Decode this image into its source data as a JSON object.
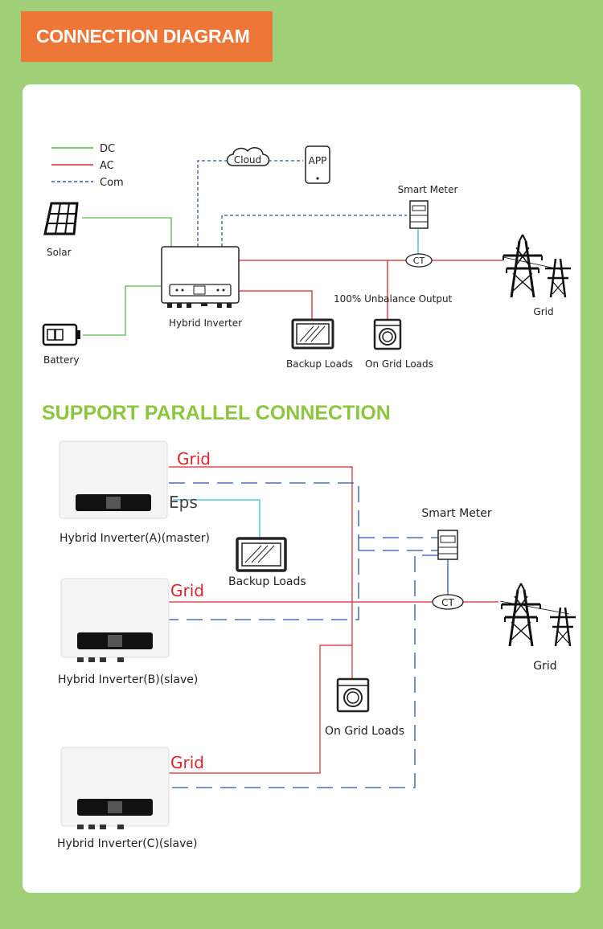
{
  "header": {
    "title": "CONNECTION DIAGRAM"
  },
  "legend": {
    "dc": "DC",
    "ac": "AC",
    "com": "Com"
  },
  "colors": {
    "dc": "#56b94a",
    "ac": "#d9252b",
    "com": "#2a55a8",
    "eps": "#35bcd0",
    "accent": "#ee7637",
    "section_title": "#8cc63f"
  },
  "diagram1": {
    "solar": "Solar",
    "battery": "Battery",
    "cloud": "Cloud",
    "app": "APP",
    "smart_meter": "Smart Meter",
    "ct": "CT",
    "grid": "Grid",
    "hybrid_inverter": "Hybrid Inverter",
    "unbalance": "100% Unbalance Output",
    "backup_loads": "Backup Loads",
    "on_grid_loads": "On Grid Loads"
  },
  "section2": {
    "title": "SUPPORT PARALLEL CONNECTION"
  },
  "diagram2": {
    "grid_a": "Grid",
    "eps": "Eps",
    "grid_b": "Grid",
    "grid_c": "Grid",
    "inverter_a": "Hybrid Inverter(A)(master)",
    "inverter_b": "Hybrid Inverter(B)(slave)",
    "inverter_c": "Hybrid Inverter(C)(slave)",
    "backup_loads": "Backup Loads",
    "smart_meter": "Smart Meter",
    "ct": "CT",
    "grid": "Grid",
    "on_grid_loads": "On Grid Loads"
  }
}
